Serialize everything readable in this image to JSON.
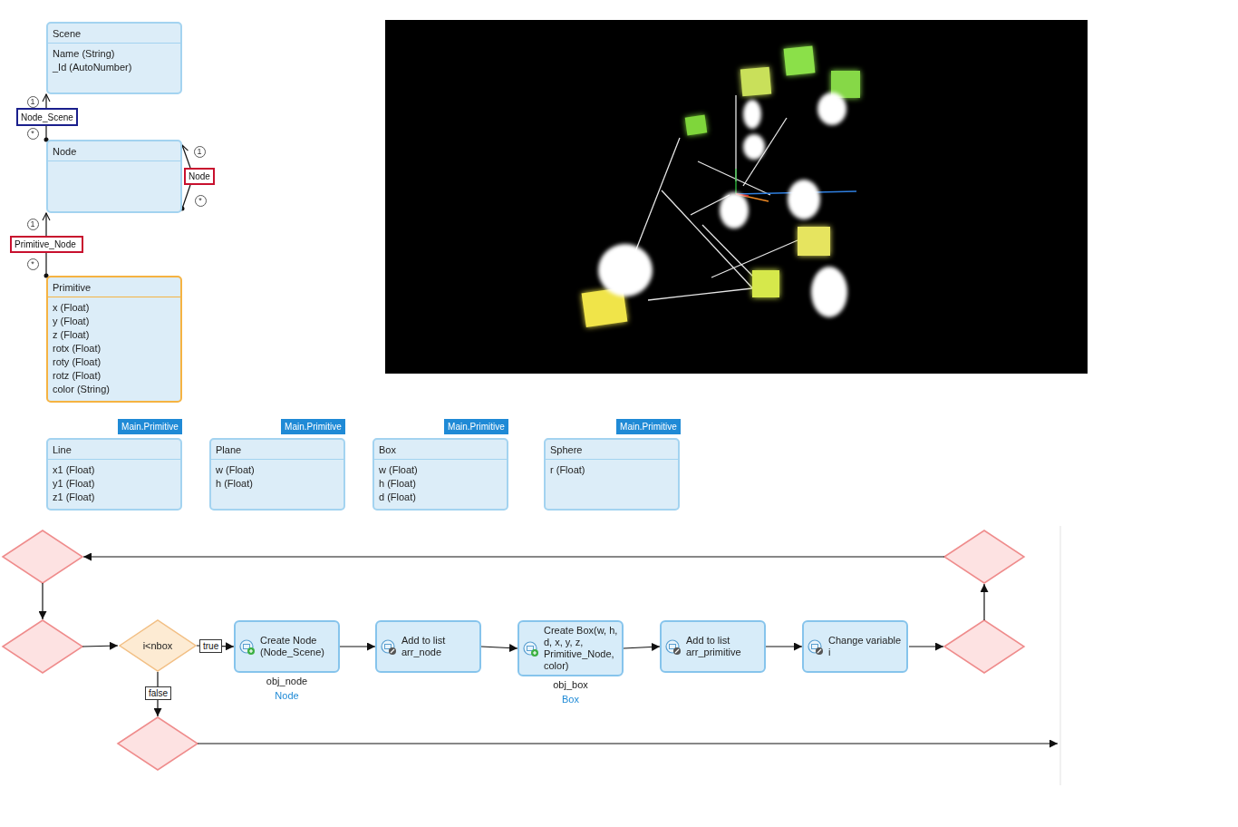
{
  "diagram": {
    "nodes": [
      {
        "text": [
          "Scene",
          "Name (String)",
          "_Id (AutoNumber)"
        ]
      },
      {
        "text": [
          "Node_Scene"
        ]
      },
      {
        "text": [
          "Node"
        ]
      },
      {
        "text": [
          "Node"
        ]
      },
      {
        "text": [
          "Primitive_Node"
        ]
      },
      {
        "text": [
          "Primitive",
          "x (Float)",
          "y (Float)",
          "z (Float)",
          "rotx (Float)",
          "roty (Float)",
          "rotz (Float)",
          "color (String)"
        ]
      },
      {
        "text": [
          "Main.Primitive"
        ]
      },
      {
        "text": [
          "Line",
          "x1 (Float)",
          "y1 (Float)",
          "z1 (Float)"
        ]
      },
      {
        "text": [
          "Main.Primitive"
        ]
      },
      {
        "text": [
          "Plane",
          "w (Float)",
          "h (Float)"
        ]
      },
      {
        "text": [
          "Main.Primitive"
        ]
      },
      {
        "text": [
          "Box",
          "w (Float)",
          "h (Float)",
          "d (Float)"
        ]
      },
      {
        "text": [
          "Main.Primitive"
        ]
      },
      {
        "text": [
          "Sphere",
          "r (Float)"
        ]
      },
      {
        "text": [
          "i<nbox"
        ]
      },
      {
        "text": [
          "Create Node (Node_Scene)",
          "obj_node",
          "Node"
        ]
      },
      {
        "text": [
          "Add to list arr_node"
        ]
      },
      {
        "text": [
          "Create Box(w, h, d, x, y, z, Primitive_Node, color)",
          "obj_box",
          "Box"
        ]
      },
      {
        "text": [
          "Add to list arr_primitive"
        ]
      },
      {
        "text": [
          "Change variable i"
        ]
      }
    ],
    "edges": [
      {
        "from": 1,
        "to": 0,
        "arrow": "to"
      },
      {
        "from": 2,
        "to": 1,
        "arrow": "none"
      },
      {
        "from": 3,
        "to": 2,
        "arrow": "to"
      },
      {
        "from": 2,
        "to": 3,
        "arrow": "none"
      },
      {
        "from": 4,
        "to": 2,
        "arrow": "to"
      },
      {
        "from": 5,
        "to": 4,
        "arrow": "none"
      },
      {
        "from": 14,
        "to": 15,
        "label": "true",
        "arrow": "to"
      },
      {
        "from": 15,
        "to": 16,
        "arrow": "to"
      },
      {
        "from": 16,
        "to": 17,
        "arrow": "to"
      },
      {
        "from": 17,
        "to": 18,
        "arrow": "to"
      },
      {
        "from": 18,
        "to": 19,
        "arrow": "to"
      }
    ],
    "labels": [
      "1",
      "*",
      "1",
      "*",
      "1",
      "*",
      "false"
    ]
  }
}
